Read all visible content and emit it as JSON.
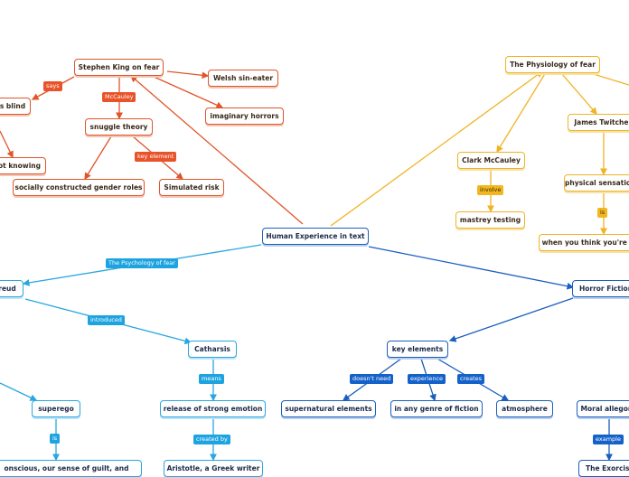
{
  "nodes": {
    "root": "Human Experience in text",
    "stephen_king": "Stephen King on fear",
    "welsh": "Welsh sin-eater",
    "imaginary": "imaginary horrors",
    "snuggle": "snuggle theory",
    "blind": "s blind",
    "not_knowing": "ot knowing",
    "gender_roles": "socially constructed gender roles",
    "simulated": "Simulated risk",
    "physiology": "The Physiology of fear",
    "clark": "Clark McCauley",
    "mastery": "mastrey testing",
    "james": "James Twitchell",
    "physical": "physical sensations",
    "when_think": "when you think you're in",
    "freud": "reud",
    "catharsis": "Catharsis",
    "superego": "superego",
    "release": "release of strong emotion",
    "conscious": "onscious, our sense of guilt, and",
    "aristotle": "Aristotle, a Greek writer",
    "horror": "Horror Fiction",
    "key_elements": "key elements",
    "supernatural": "supernatural elements",
    "any_genre": "in any genre of fiction",
    "atmosphere": "atmosphere",
    "moral": "Moral allegory",
    "exorcist": "The Exorcist"
  },
  "labels": {
    "says": "says",
    "mccauley": "McCauley",
    "key_element": "key element",
    "involve": "involve",
    "is_gold": "is",
    "psych": "The Psychology of fear",
    "introduced": "introduced",
    "means": "means",
    "created_by": "created by",
    "is_blue": "is",
    "doesnt_need": "doesn't need",
    "experience": "experience",
    "creates": "creates",
    "example": "example"
  },
  "colors": {
    "red": "#e0552a",
    "gold": "#f0b323",
    "dark_blue": "#1a5fbf",
    "light_blue": "#2aa6e0"
  }
}
